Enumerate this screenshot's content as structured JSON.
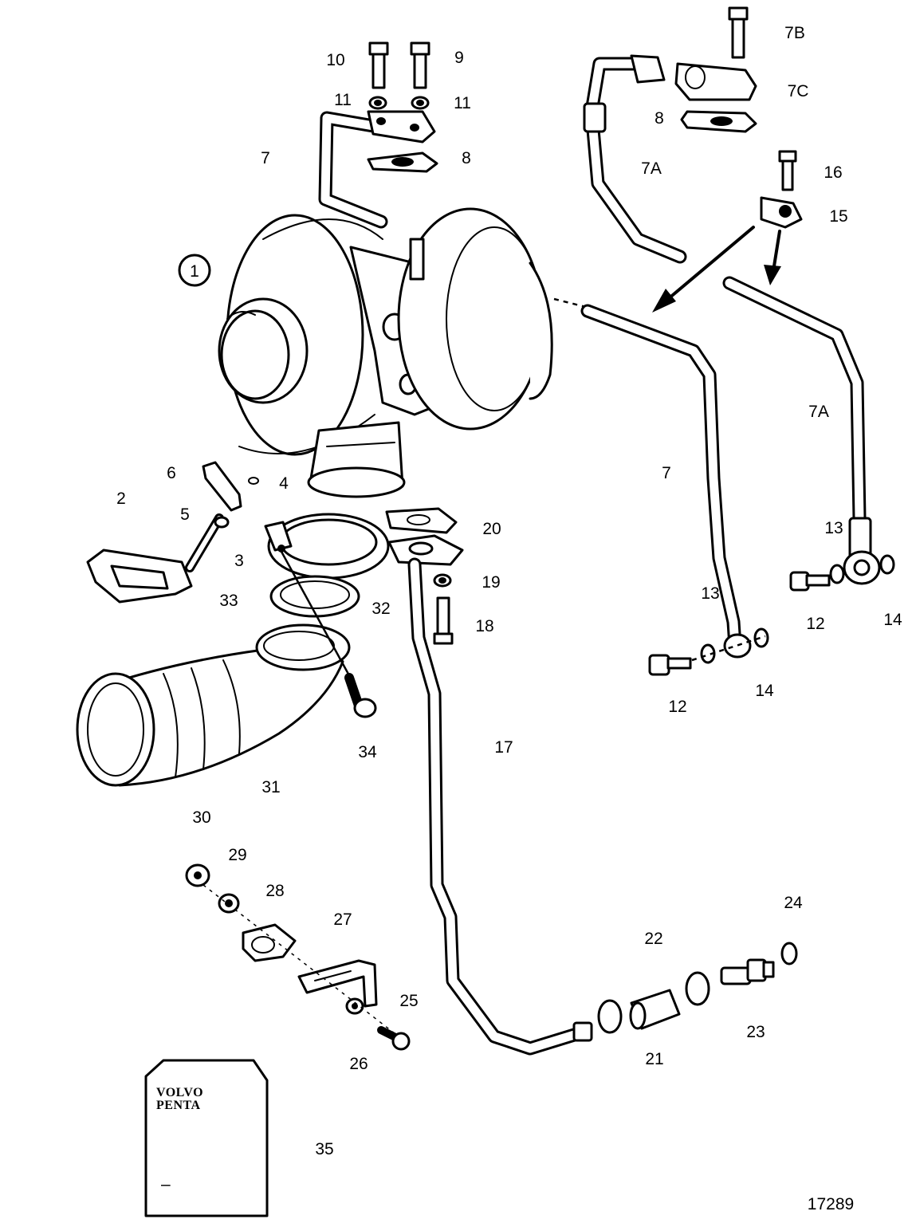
{
  "circled_label": "1",
  "labels": {
    "l2": "2",
    "l3": "3",
    "l4": "4",
    "l5": "5",
    "l6": "6",
    "l7_top": "7",
    "l7_right": "7",
    "l7A_top": "7A",
    "l7A_right": "7A",
    "l7B": "7B",
    "l7C": "7C",
    "l8_left": "8",
    "l8_right": "8",
    "l9": "9",
    "l10": "10",
    "l11_left": "11",
    "l11_right": "11",
    "l12_left": "12",
    "l12_right": "12",
    "l13_left": "13",
    "l13_right": "13",
    "l14_left": "14",
    "l14_right": "14",
    "l15": "15",
    "l16": "16",
    "l17": "17",
    "l18": "18",
    "l19": "19",
    "l20": "20",
    "l21": "21",
    "l22": "22",
    "l23": "23",
    "l24": "24",
    "l25": "25",
    "l26": "26",
    "l27": "27",
    "l28": "28",
    "l29": "29",
    "l30": "30",
    "l31": "31",
    "l32": "32",
    "l33": "33",
    "l34": "34",
    "l35": "35"
  },
  "manual": {
    "logo_line1": "VOLVO",
    "logo_line2": "PENTA",
    "mark": "–"
  },
  "figure_number": "17289"
}
